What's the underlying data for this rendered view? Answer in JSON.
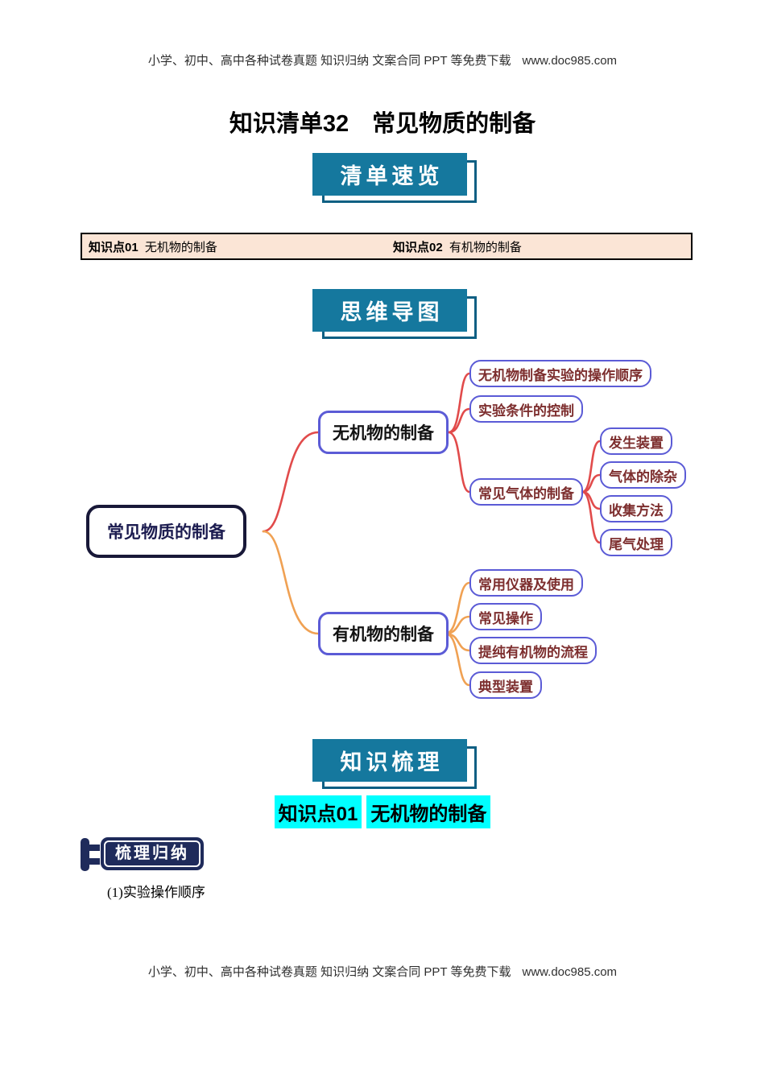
{
  "header": {
    "text": "小学、初中、高中各种试卷真题 知识归纳 文案合同 PPT 等免费下载",
    "url": "www.doc985.com"
  },
  "footer": {
    "text": "小学、初中、高中各种试卷真题 知识归纳 文案合同 PPT 等免费下载",
    "url": "www.doc985.com"
  },
  "title": "知识清单32　常见物质的制备",
  "banners": {
    "overview": "清单速览",
    "mindmap": "思维导图",
    "review": "知识梳理"
  },
  "toc": {
    "col1_prefix": "知识点01",
    "col1_label": "无机物的制备",
    "col2_prefix": "知识点02",
    "col2_label": "有机物的制备"
  },
  "mindmap": {
    "root": "常见物质的制备",
    "inorganic": {
      "label": "无机物的制备",
      "children": [
        "无机物制备实验的操作顺序",
        "实验条件的控制",
        "常见气体的制备"
      ],
      "gas_children": [
        "发生装置",
        "气体的除杂",
        "收集方法",
        "尾气处理"
      ]
    },
    "organic": {
      "label": "有机物的制备",
      "children": [
        "常用仪器及使用",
        "常见操作",
        "提纯有机物的流程",
        "典型装置"
      ]
    }
  },
  "section": {
    "heading_prefix": "知识点01",
    "heading_label": "无机物的制备",
    "badge": "梳理归纳",
    "line1": "(1)实验操作顺序"
  },
  "colors": {
    "banner": "#15789E",
    "banner_shadow": "#0D5F83",
    "node_border": "#5B5BD6",
    "node_text": "#7D2E2E",
    "root_border": "#181838",
    "root_text": "#1C1C50",
    "branch_line_red": "#E14B4B",
    "branch_line_orange": "#F0A153",
    "highlight": "#00FFFF",
    "toc_bg": "#FBE5D6",
    "badge_bg": "#1F2B5B"
  }
}
